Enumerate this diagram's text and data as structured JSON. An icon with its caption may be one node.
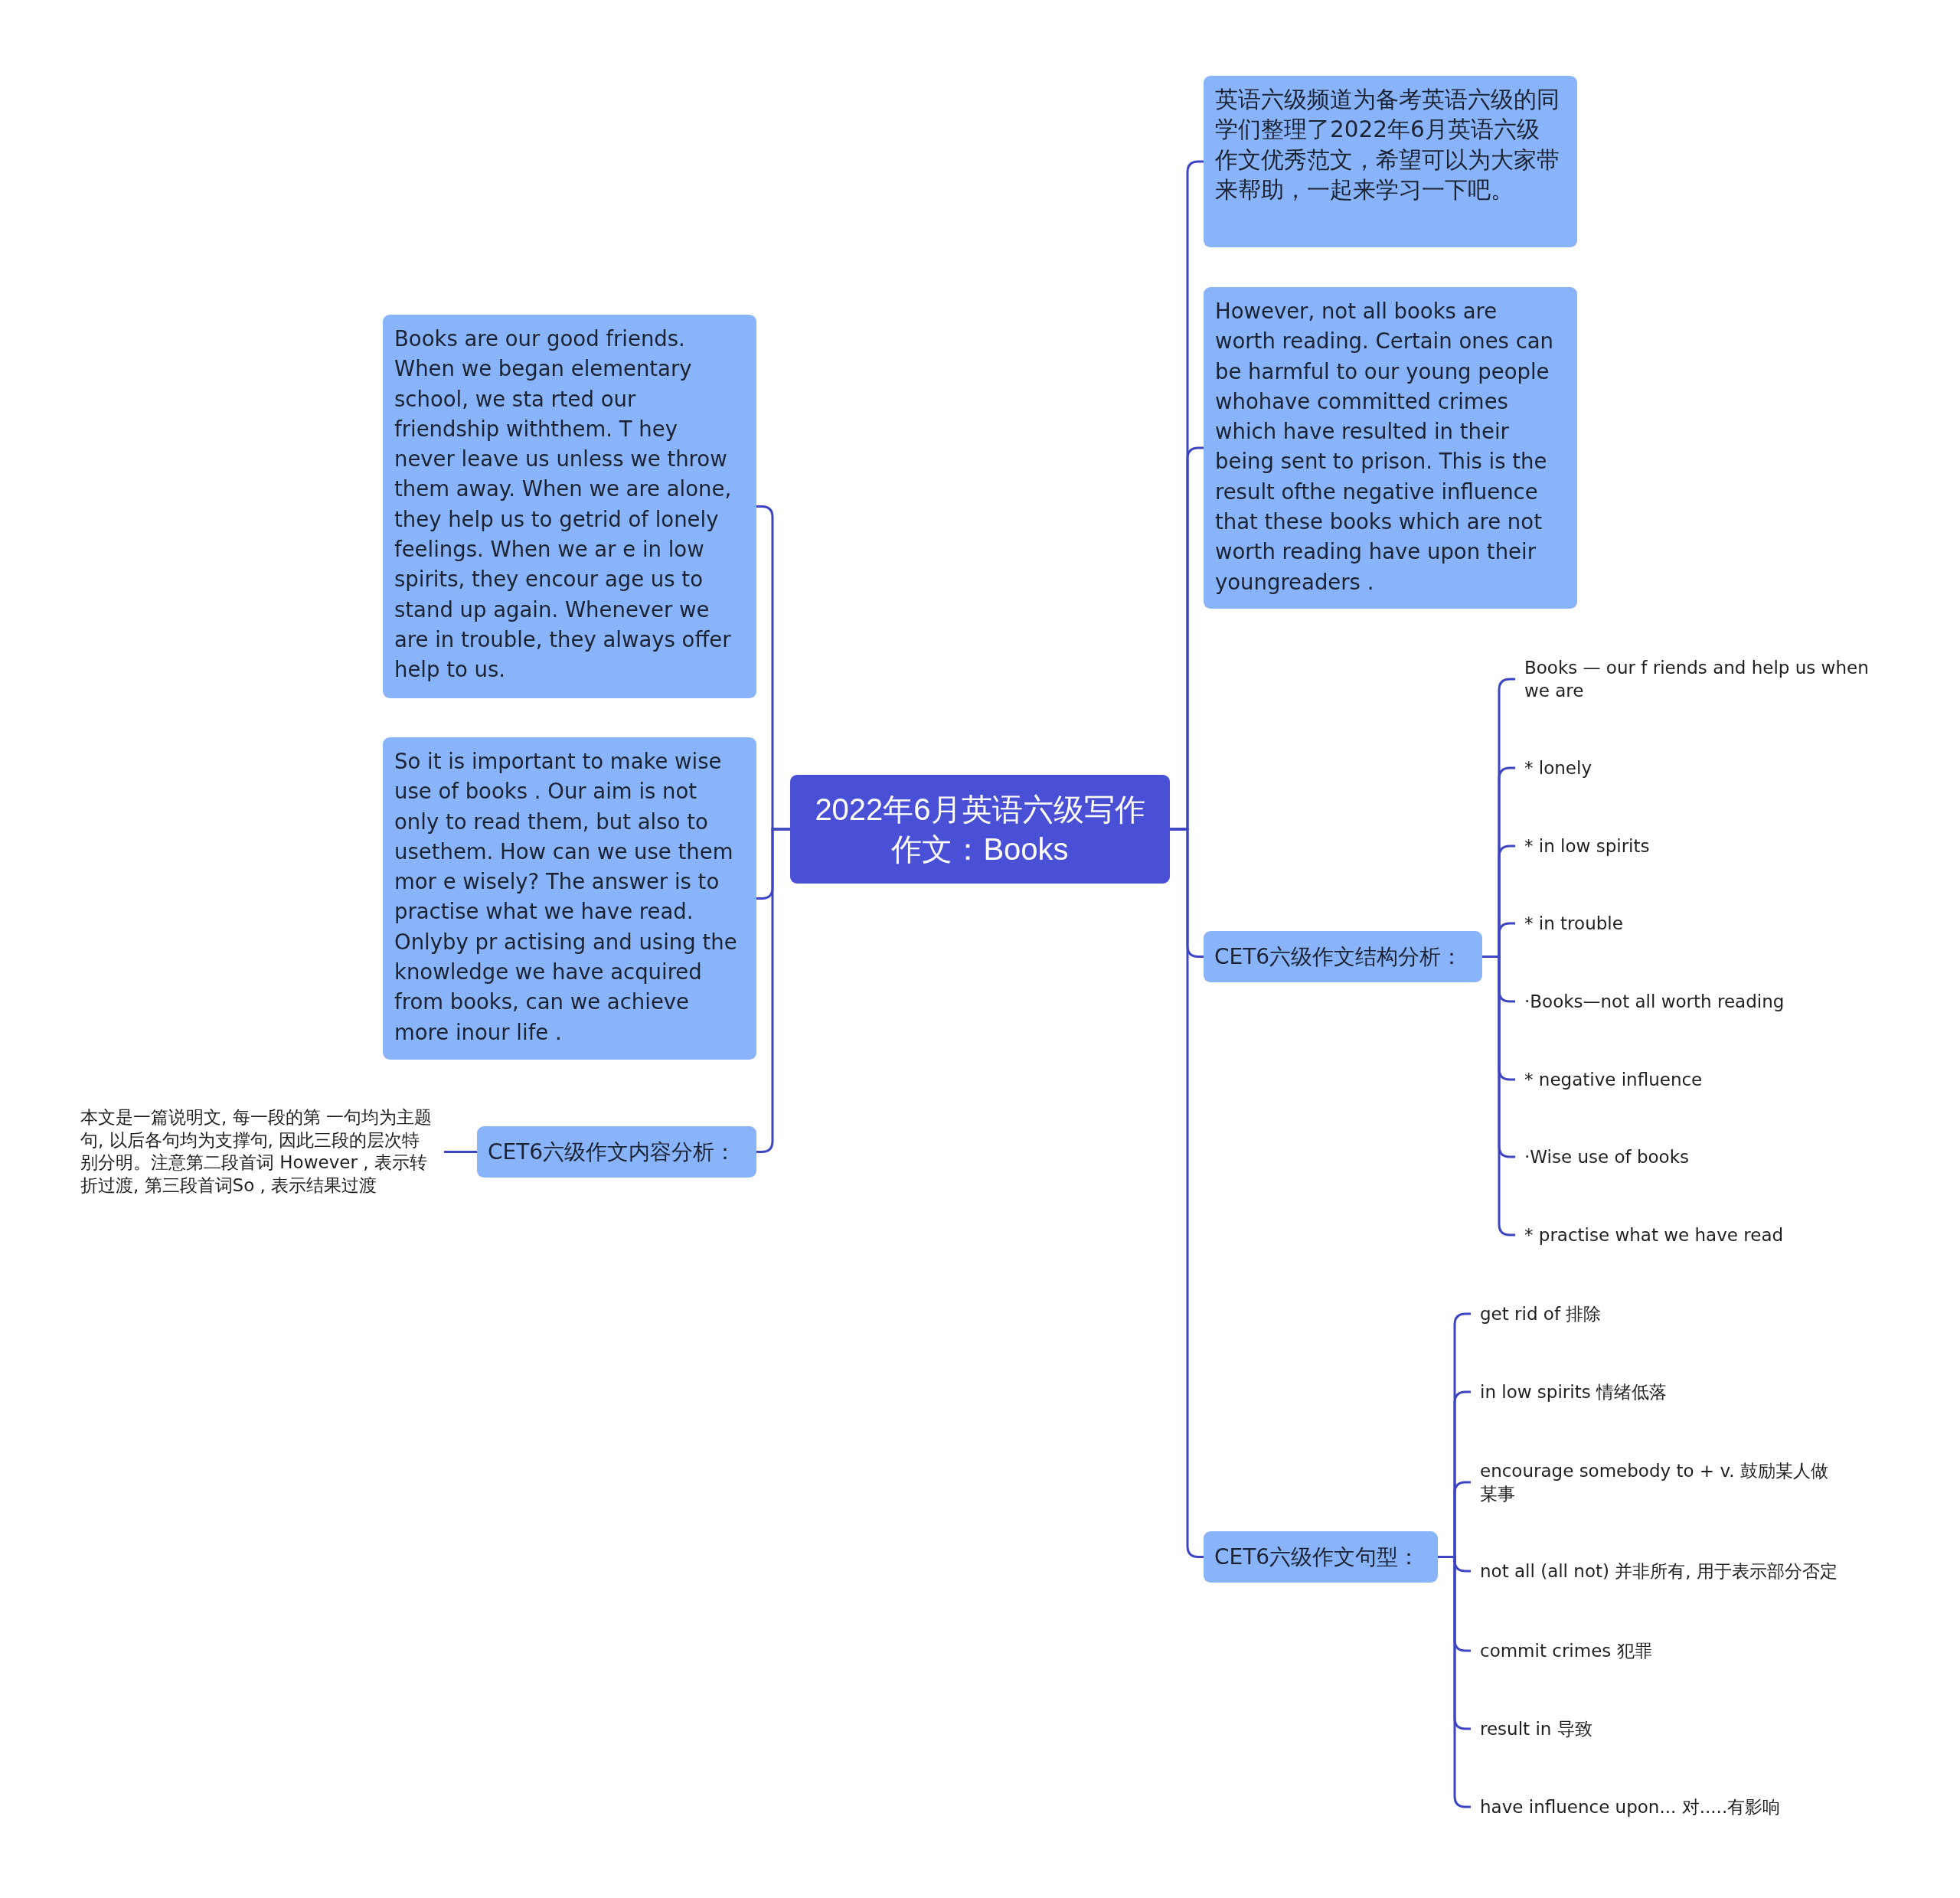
{
  "diagram": {
    "nodes": [
      {
        "text": [
          "2022年6月英语六级写作作文：Books"
        ]
      },
      {
        "text": [
          "Books are our good friends. When we began elementary school, we sta rted our friendship withthem. T hey never leave us unless we throw them away. When we are alone, they help us to getrid of lonely feelings. When we ar e in low spirits, they encour age us to stand up again. Whenever we are in trouble, they always offer help to us."
        ]
      },
      {
        "text": [
          "So it is important to make wise use of books . Our aim is not only to read them, but also to usethem. How can we use them mor e wisely? The answer is to practise what we have read. Onlyby pr actising and using the knowledge we have acquired from books, can we achieve more inour life ."
        ]
      },
      {
        "text": [
          "CET6六级作文内容分析："
        ]
      },
      {
        "text": [
          "本文是一篇说明文, 每一段的第 一句均为主题句, 以后各句均为支撑句, 因此三段的层次特别分明。注意第二段首词 However , 表示转折过渡, 第三段首词So , 表示结果过渡"
        ]
      },
      {
        "text": [
          "英语六级频道为备考英语六级的同学们整理了2022年6月英语六级作文优秀范文，希望可以为大家带来帮助，一起来学习一下吧。"
        ]
      },
      {
        "text": [
          "However, not all books are worth reading. Certain ones can be harmful to our young people whohave committed crimes which have resulted in their being sent to prison. This is the result ofthe negative influence that these books which are not worth reading have upon their youngreaders ."
        ]
      },
      {
        "text": [
          "CET6六级作文结构分析："
        ]
      },
      {
        "text": [
          "Books — our f riends and help us when we are"
        ]
      },
      {
        "text": [
          "* lonely"
        ]
      },
      {
        "text": [
          "* in low spirits"
        ]
      },
      {
        "text": [
          "* in trouble"
        ]
      },
      {
        "text": [
          "·Books—not all worth reading"
        ]
      },
      {
        "text": [
          "* negative influence"
        ]
      },
      {
        "text": [
          "·Wise use of books"
        ]
      },
      {
        "text": [
          "* practise what we have read"
        ]
      },
      {
        "text": [
          "CET6六级作文句型："
        ]
      },
      {
        "text": [
          "get rid of 排除"
        ]
      },
      {
        "text": [
          "in low spirits 情绪低落"
        ]
      },
      {
        "text": [
          "encourage somebody to + v. 鼓励某人做某事"
        ]
      },
      {
        "text": [
          "not all (all not) 并非所有, 用于表示部分否定"
        ]
      },
      {
        "text": [
          "commit crimes 犯罪"
        ]
      },
      {
        "text": [
          "result in 导致"
        ]
      },
      {
        "text": [
          "have influence upon... 对.....有影响"
        ]
      }
    ],
    "edges": [
      {
        "from": 0,
        "to": 1,
        "arrow": "none"
      },
      {
        "from": 0,
        "to": 2,
        "arrow": "none"
      },
      {
        "from": 0,
        "to": 3,
        "arrow": "none"
      },
      {
        "from": 3,
        "to": 4,
        "arrow": "none"
      },
      {
        "from": 0,
        "to": 5,
        "arrow": "none"
      },
      {
        "from": 0,
        "to": 6,
        "arrow": "none"
      },
      {
        "from": 0,
        "to": 7,
        "arrow": "none"
      },
      {
        "from": 7,
        "to": 8,
        "arrow": "none"
      },
      {
        "from": 7,
        "to": 9,
        "arrow": "none"
      },
      {
        "from": 7,
        "to": 10,
        "arrow": "none"
      },
      {
        "from": 7,
        "to": 11,
        "arrow": "none"
      },
      {
        "from": 7,
        "to": 12,
        "arrow": "none"
      },
      {
        "from": 7,
        "to": 13,
        "arrow": "none"
      },
      {
        "from": 7,
        "to": 14,
        "arrow": "none"
      },
      {
        "from": 7,
        "to": 15,
        "arrow": "none"
      },
      {
        "from": 0,
        "to": 16,
        "arrow": "none"
      },
      {
        "from": 16,
        "to": 17,
        "arrow": "none"
      },
      {
        "from": 16,
        "to": 18,
        "arrow": "none"
      },
      {
        "from": 16,
        "to": 19,
        "arrow": "none"
      },
      {
        "from": 16,
        "to": 20,
        "arrow": "none"
      },
      {
        "from": 16,
        "to": 21,
        "arrow": "none"
      },
      {
        "from": 16,
        "to": 22,
        "arrow": "none"
      },
      {
        "from": 16,
        "to": 23,
        "arrow": "none"
      }
    ]
  }
}
